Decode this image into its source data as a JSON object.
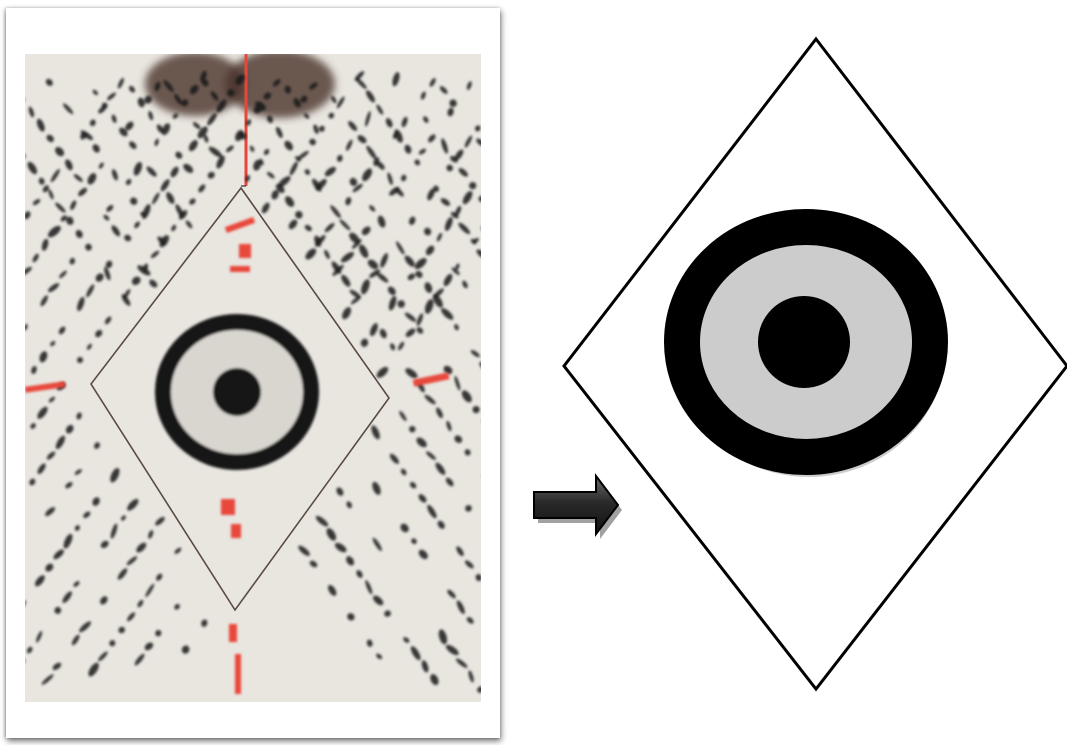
{
  "figure": {
    "left_panel": {
      "kind": "photograph",
      "subject": "manuscript-page",
      "ink_colors": {
        "text": "#1a1a1a",
        "rubric": "#e8463a",
        "paper": "#e9e6e0"
      }
    },
    "arrow_icon": "right-arrow-icon",
    "right_panel": {
      "kind": "line-drawing",
      "shape_colors": {
        "outline": "#000000",
        "fill": "#ffffff",
        "ring": "#000000",
        "center_dot": "#000000"
      }
    }
  }
}
